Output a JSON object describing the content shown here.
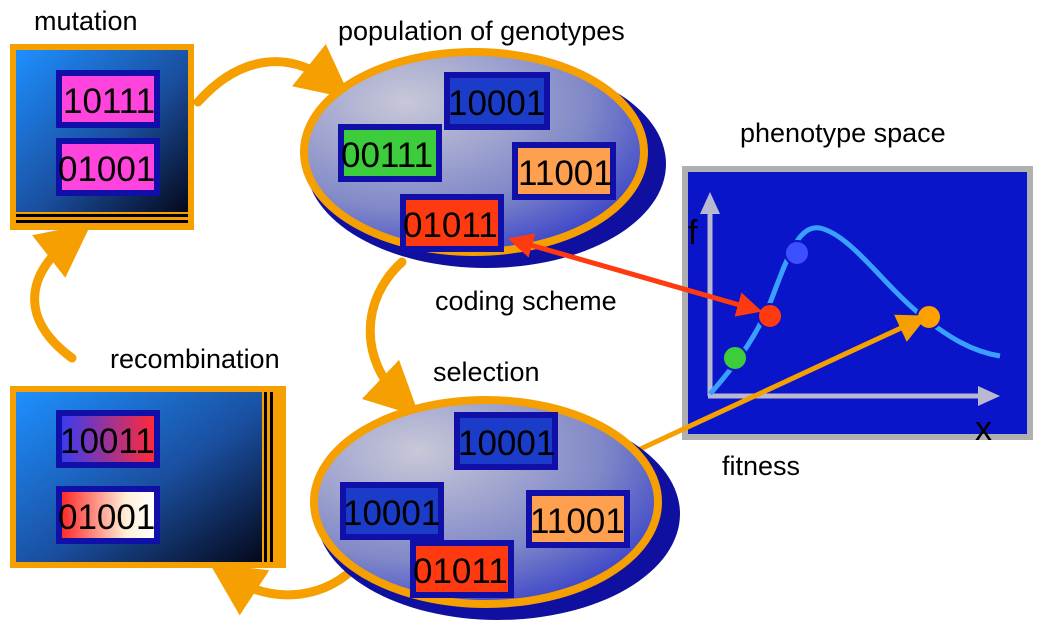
{
  "labels": {
    "mutation": "mutation",
    "population": "population of genotypes",
    "phenotype_space": "phenotype space",
    "coding_scheme": "coding scheme",
    "recombination": "recombination",
    "selection": "selection",
    "fitness": "fitness"
  },
  "mutation_box": {
    "genotypes": [
      "10111",
      "01001"
    ]
  },
  "population": {
    "genotypes": [
      "10001",
      "00111",
      "11001",
      "01011"
    ]
  },
  "recombination_box": {
    "genotypes": [
      "10011",
      "01001"
    ]
  },
  "selection": {
    "genotypes": [
      "10001",
      "10001",
      "11001",
      "01011"
    ]
  },
  "phenotype_plot": {
    "y_axis_label": "f",
    "x_axis_label": "x"
  },
  "colors": {
    "arrow": "#f5a000",
    "box_border": "#f5a000",
    "ellipse_fill": "#9aa0c8",
    "ellipse_shadow": "#1010a0",
    "plot_background": "#0a14c8",
    "plot_frame": "#b0b0b0",
    "curve": "#3aa0ff",
    "genotype_blue": "#1a3cc8",
    "genotype_green": "#3ccc3c",
    "genotype_orange": "#ffa050",
    "genotype_red": "#ff3a10",
    "genotype_magenta": "#ff44dd",
    "point_green": "#3ccc3c",
    "point_red": "#ff3a10",
    "point_blue": "#3c50ff",
    "point_orange": "#ffa000",
    "coding_arrow": "#ff3a10"
  }
}
